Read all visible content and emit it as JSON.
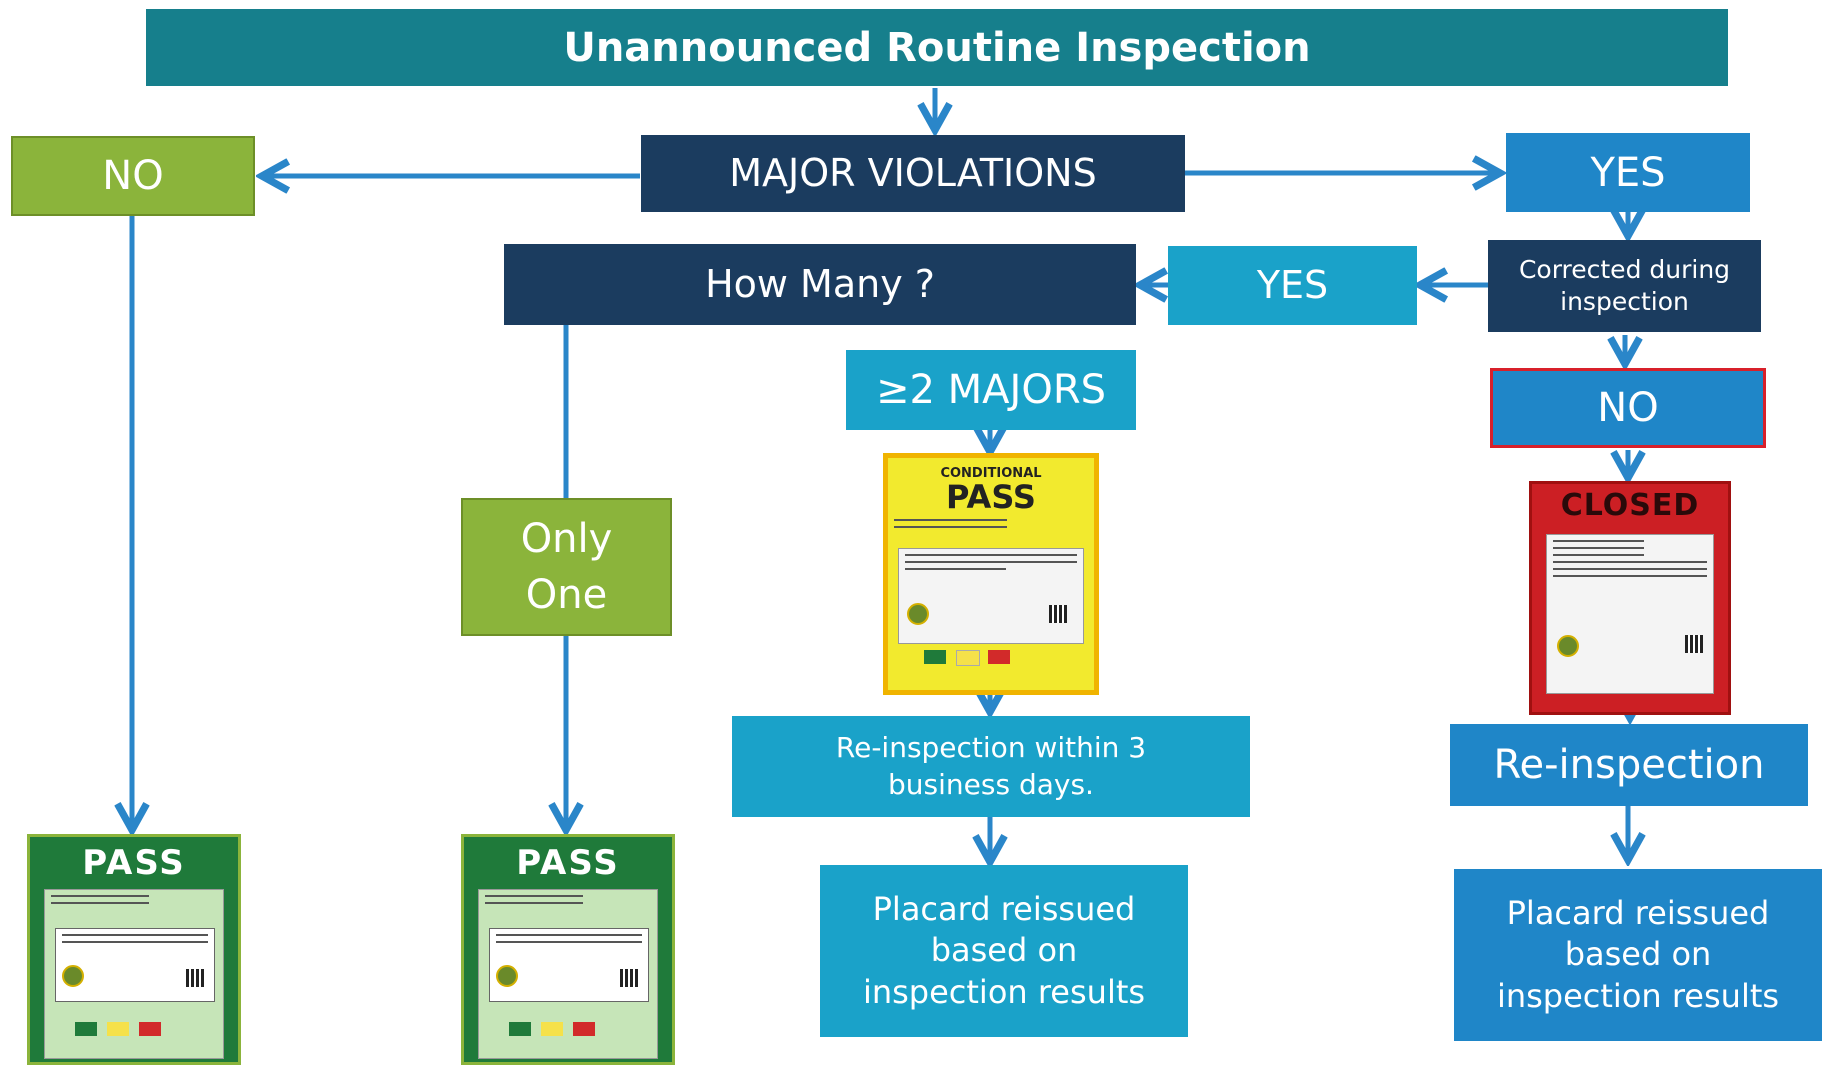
{
  "title": "Unannounced Routine Inspection",
  "nodes": {
    "major_violations": "MAJOR VIOLATIONS",
    "no_left": "NO",
    "yes_right": "YES",
    "corrected_during": "Corrected during inspection",
    "yes_corrected": "YES",
    "how_many": "How Many ?",
    "two_majors": "≥2 MAJORS",
    "only_one": "Only One",
    "no_not_corrected": "NO",
    "reinspection_3days": "Re-inspection within 3 business days.",
    "reinspection": "Re-inspection",
    "placard_reissued_mid": "Placard reissued based on inspection results",
    "placard_reissued_right": "Placard reissued based on inspection results"
  },
  "placards": {
    "pass_left": "PASS",
    "pass_mid": "PASS",
    "conditional_label": "CONDITIONAL",
    "conditional_pass": "PASS",
    "closed": "CLOSED"
  },
  "colors": {
    "title_bar": "#167f8c",
    "dark_navy": "#1b3c5f",
    "mid_blue": "#1f86c8",
    "teal": "#1aa2c9",
    "green": "#8bb43b",
    "arrow": "#2a86c9",
    "pass_green": "#1f7a3a",
    "conditional_yellow": "#f2ea2e",
    "closed_red": "#cc1f24"
  }
}
